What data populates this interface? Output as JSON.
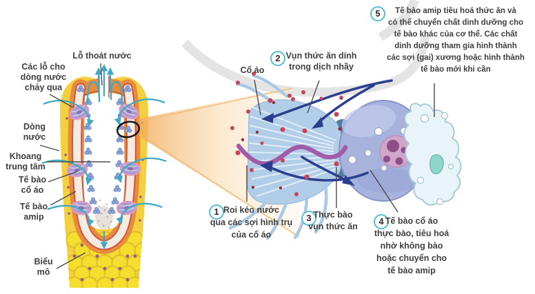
{
  "palette": {
    "background": "#ffffff",
    "text": "#3f3f3f",
    "badge_ring": "#56bcd4",
    "sponge_yellow": "#f4d041",
    "sponge_orange": "#e78c3c",
    "sponge_red_lining": "#cc5544",
    "porocyte_lavender": "#a99bd0",
    "porocyte_rim_pink": "#e09ac0",
    "water_arrow_teal": "#3fa9c4",
    "flow_arrow_navy": "#2c3f8e",
    "collar_blue": "#b2cde8",
    "collar_base_teal": "#4f7d9e",
    "cell_body_periwinkle": "#a7b3dc",
    "nucleus_pink": "#d0a6cb",
    "nucleus_core_purple": "#8d4e89",
    "flagellum_purple": "#a05ca8",
    "food_particle_red": "#c64458",
    "amoebocyte_fill": "#e9f4f8",
    "amoebocyte_nucleus_teal": "#8ed5ca",
    "zoom_cone_orange": "#f2a855",
    "ring_gray": "#e4e4e4"
  },
  "sponge_labels": [
    {
      "id": "lo-thoat-nuoc",
      "text": "Lỗ thoát nước"
    },
    {
      "id": "cac-lo-cho-dong-nuoc-chay-qua",
      "text": "Các lỗ cho\ndòng nước\nchảy qua"
    },
    {
      "id": "dong-nuoc",
      "text": "Dòng\nnước"
    },
    {
      "id": "khoang-trung-tam",
      "text": "Khoang\ntrung tâm"
    },
    {
      "id": "te-bao-co-ao",
      "text": "Tế bào\ncổ áo"
    },
    {
      "id": "te-bao-amip",
      "text": "Tế bào\namip"
    },
    {
      "id": "bieu-mo",
      "text": "Biểu\nmô"
    }
  ],
  "cell_label": {
    "co_ao": "Cổ áo"
  },
  "callouts": [
    {
      "num": "1",
      "text": "Roi kéo nước\nqua các sợi hình trụ\ncủa cổ áo"
    },
    {
      "num": "2",
      "text": "Vụn thức ăn dính\ntrong dịch nhầy"
    },
    {
      "num": "3",
      "text": "Thực bào\nvụn thức ăn"
    },
    {
      "num": "4",
      "text": "Tế bào cổ áo\nthực bào, tiêu hoá\nnhờ không bào\nhoặc chuyển cho\ntế bào amip"
    },
    {
      "num": "5",
      "text": "Tế bào amip tiêu hoá thức ăn và\ncó thể chuyển chất dinh dưỡng cho\ntế bào khác của cơ thể. Các chất\ndinh dưỡng tham gia hình thành\ncác sợi (gai) xương hoặc hình thành\ntế bào mới khi cần"
    }
  ]
}
